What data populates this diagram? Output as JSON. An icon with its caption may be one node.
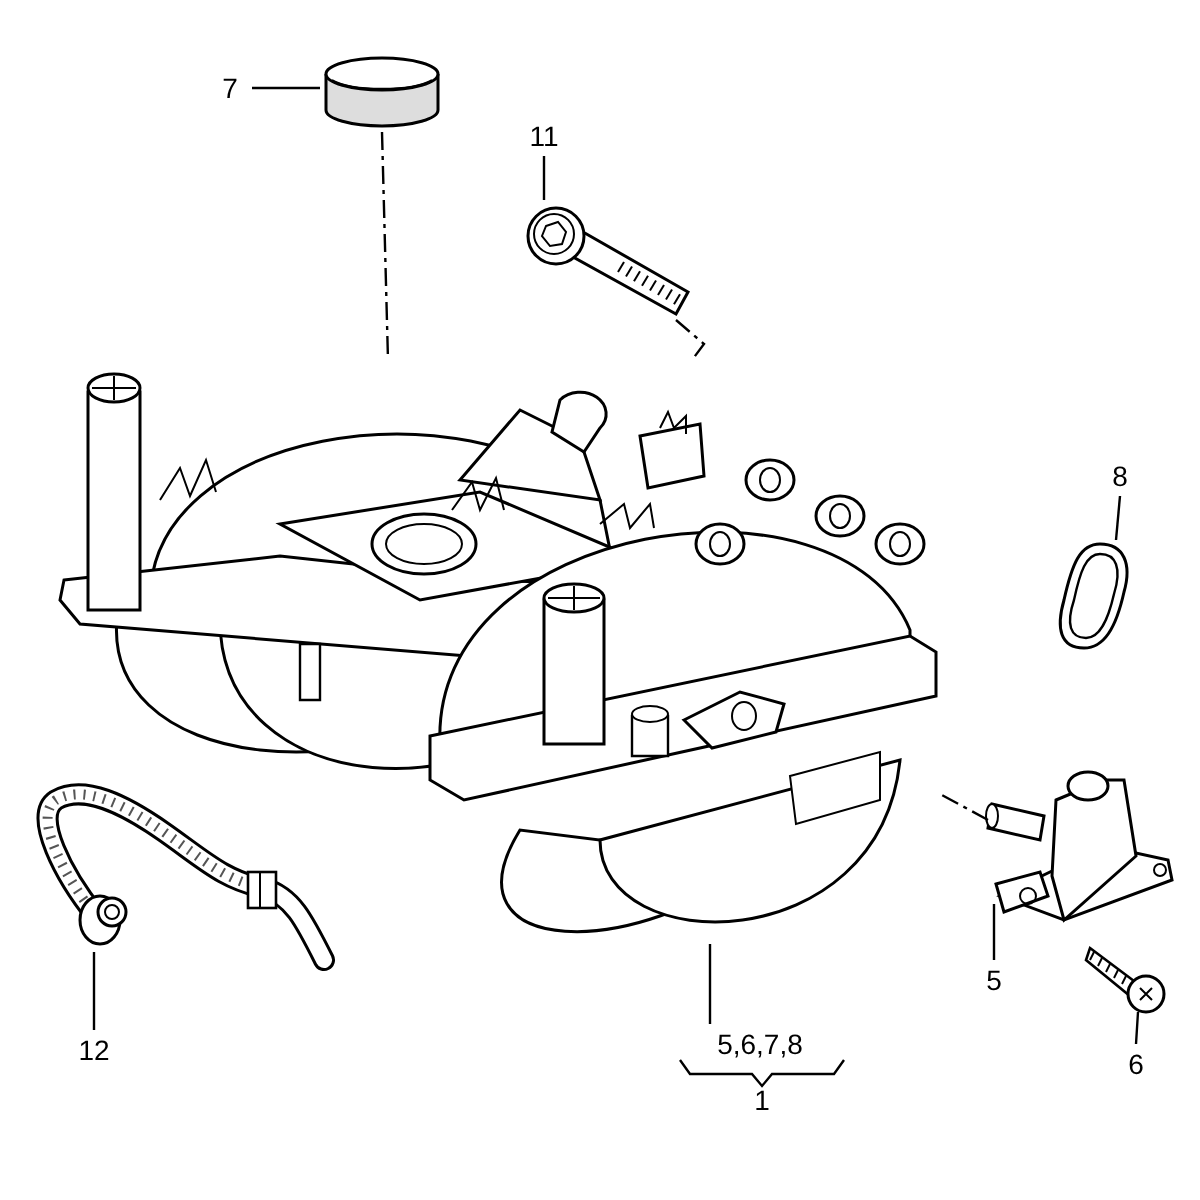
{
  "diagram": {
    "nodes": [
      {
        "text": [
          "7"
        ]
      },
      {
        "text": [],
        "shape": "picture"
      },
      {
        "text": [
          "11"
        ]
      },
      {
        "text": [],
        "shape": "picture"
      },
      {
        "text": [
          "8"
        ]
      },
      {
        "text": [],
        "shape": "picture"
      },
      {
        "text": [],
        "shape": "picture"
      },
      {
        "text": [
          "5"
        ]
      },
      {
        "text": [],
        "shape": "picture"
      },
      {
        "text": [
          "6"
        ]
      },
      {
        "text": [],
        "shape": "picture"
      },
      {
        "text": [
          "12"
        ]
      },
      {
        "text": [],
        "shape": "picture"
      },
      {
        "text": [
          "5,6,7,8"
        ]
      },
      {
        "text": [
          "1"
        ]
      }
    ],
    "edges": [
      {
        "from": 0,
        "to": 1,
        "arrow": "none"
      },
      {
        "from": 2,
        "to": 3,
        "arrow": "none"
      },
      {
        "from": 4,
        "to": 5,
        "arrow": "none"
      },
      {
        "from": 7,
        "to": 8,
        "arrow": "none"
      },
      {
        "from": 9,
        "to": 10,
        "arrow": "none"
      },
      {
        "from": 11,
        "to": 12,
        "arrow": "none"
      },
      {
        "from": 13,
        "to": 6,
        "arrow": "none"
      },
      {
        "from": 1,
        "to": 6,
        "arrow": "none",
        "style": "dashed"
      },
      {
        "from": 3,
        "to": 6,
        "arrow": "none",
        "style": "dashed"
      },
      {
        "from": 8,
        "to": 6,
        "arrow": "none",
        "style": "dashed"
      }
    ]
  }
}
